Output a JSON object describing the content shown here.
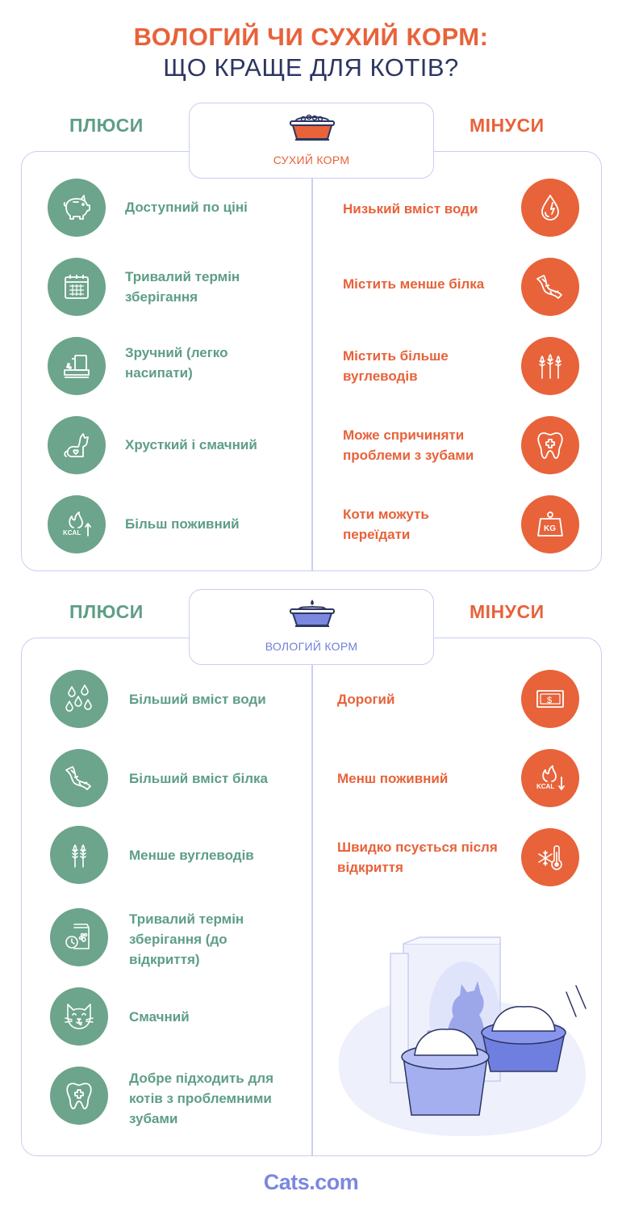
{
  "title": {
    "line1": "ВОЛОГИЙ ЧИ СУХИЙ КОРМ:",
    "line2": "ЩО КРАЩЕ ДЛЯ КОТІВ?"
  },
  "dry": {
    "label": "СУХИЙ КОРМ",
    "pros_heading": "ПЛЮСИ",
    "cons_heading": "МІНУСИ",
    "pros": [
      {
        "text": "Доступний по ціні",
        "icon": "piggy-bank-icon"
      },
      {
        "text": "Тривалий термін зберігання",
        "icon": "calendar-icon"
      },
      {
        "text": "Зручний (легко насипати)",
        "icon": "food-container-icon"
      },
      {
        "text": "Хрусткий і смачний",
        "icon": "cat-heart-icon"
      },
      {
        "text": "Більш поживний",
        "icon": "kcal-up-icon",
        "icon_text": "KCAL"
      }
    ],
    "cons": [
      {
        "text": "Низький вміст води",
        "icon": "water-drop-icon"
      },
      {
        "text": "Містить менше білка",
        "icon": "protein-strand-icon"
      },
      {
        "text": "Містить більше вуглеводів",
        "icon": "wheat-icon"
      },
      {
        "text": "Може спричиняти проблеми з зубами",
        "icon": "tooth-icon"
      },
      {
        "text": "Коти можуть переїдати",
        "icon": "weight-kg-icon",
        "icon_text": "KG"
      }
    ]
  },
  "wet": {
    "label": "ВОЛОГИЙ КОРМ",
    "pros_heading": "ПЛЮСИ",
    "cons_heading": "МІНУСИ",
    "pros": [
      {
        "text": "Більший вміст води",
        "icon": "water-drops-icon"
      },
      {
        "text": "Більший вміст білка",
        "icon": "protein-strand-icon"
      },
      {
        "text": "Менше вуглеводів",
        "icon": "wheat-icon"
      },
      {
        "text": "Тривалий термін зберігання (до відкриття)",
        "icon": "food-bag-clock-icon"
      },
      {
        "text": "Смачний",
        "icon": "cat-face-icon"
      },
      {
        "text": "Добре підходить для котів з проблемними зубами",
        "icon": "tooth-icon"
      }
    ],
    "cons": [
      {
        "text": "Дорогий",
        "icon": "dollar-bill-icon",
        "icon_text": "$"
      },
      {
        "text": "Менш поживний",
        "icon": "kcal-down-icon",
        "icon_text": "KCAL"
      },
      {
        "text": "Швидко псується після відкриття",
        "icon": "snowflake-thermometer-icon"
      }
    ]
  },
  "brand": "Cats.com",
  "colors": {
    "accent_orange": "#e8623a",
    "accent_green": "#6ca48c",
    "navy": "#2c3561",
    "periwinkle": "#7b88df",
    "border": "#c9cef2"
  }
}
